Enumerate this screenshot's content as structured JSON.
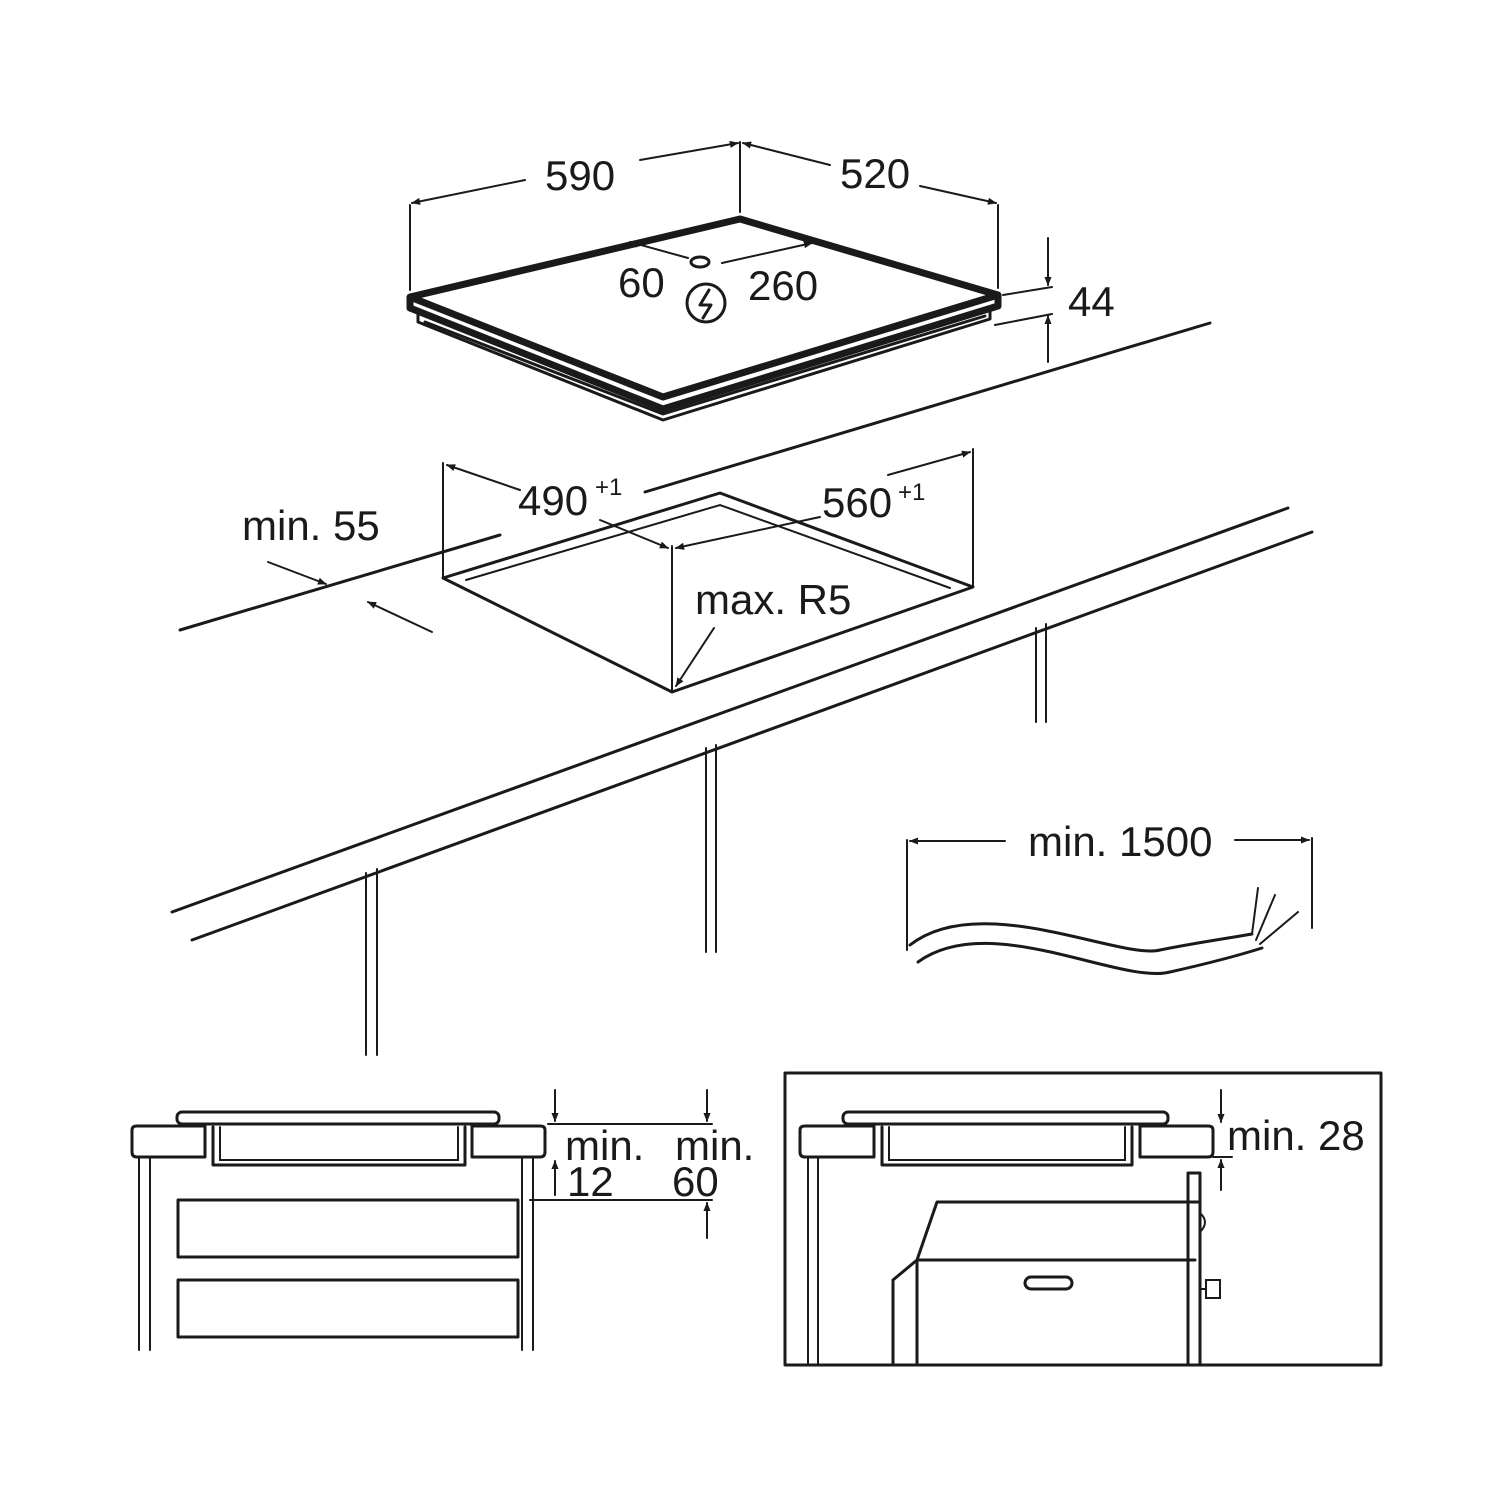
{
  "hob": {
    "width": "590",
    "depth": "520",
    "height": "44",
    "cable_offset_a": "60",
    "cable_offset_b": "260",
    "electric_symbol": "lightning-bolt-icon"
  },
  "cutout": {
    "width": "490",
    "width_tol": "+1",
    "depth": "560",
    "depth_tol": "+1",
    "front_edge_min": "min. 55",
    "corner_radius": "max. R5"
  },
  "cable": {
    "length": "min. 1500"
  },
  "section_drawers": {
    "gap_a_min": "min.",
    "gap_a_val": "12",
    "gap_b_min": "min.",
    "gap_b_val": "60"
  },
  "section_oven": {
    "gap": "min. 28"
  }
}
